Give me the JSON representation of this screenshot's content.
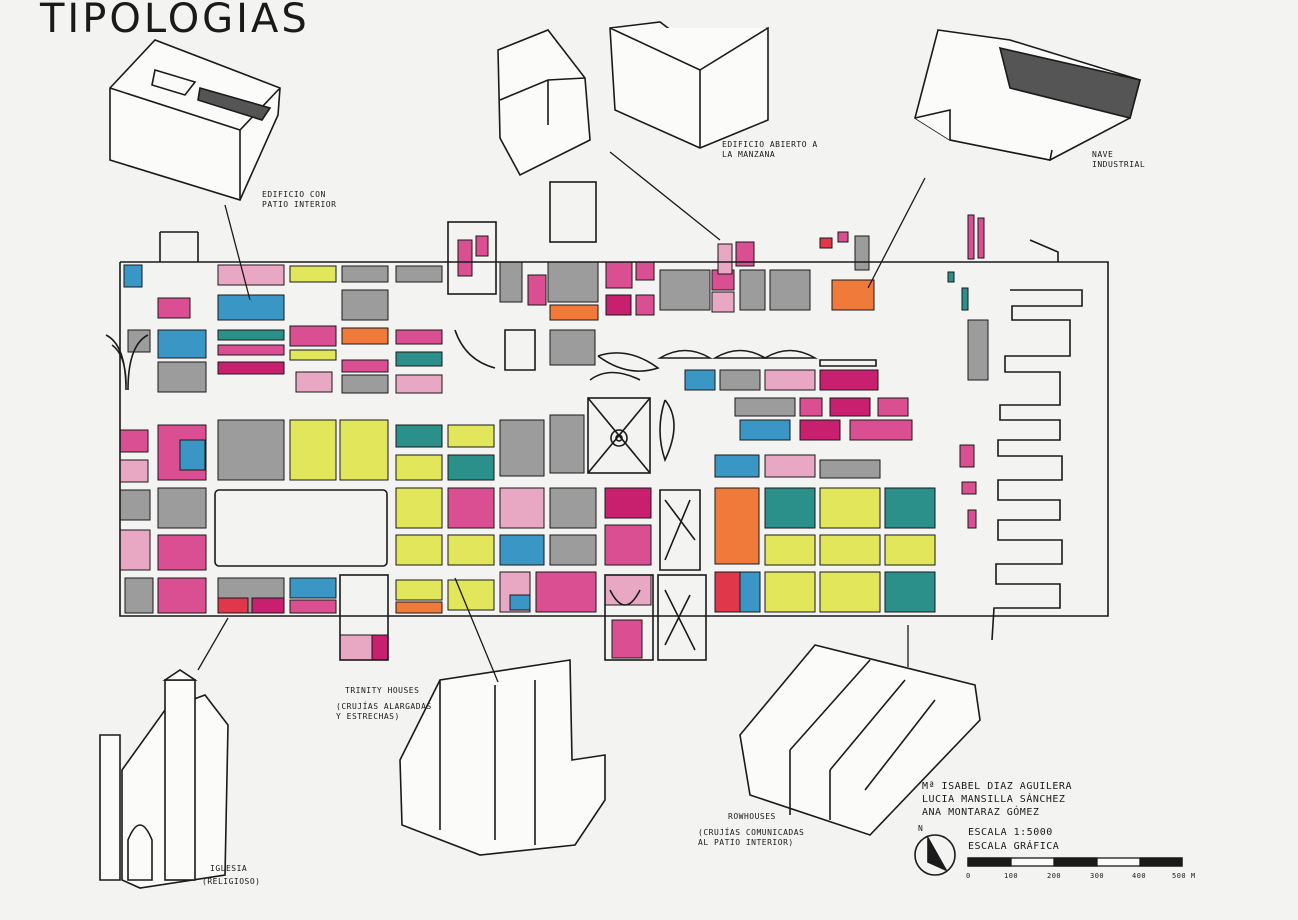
{
  "title": "TIPOLOGIAS",
  "colors": {
    "ink": "#1a1a1a",
    "paper": "#f3f3f1",
    "pink": "#d94f91",
    "lightPink": "#e8a8c4",
    "magenta": "#c81f6e",
    "blue": "#3a96c4",
    "teal": "#2b8f8a",
    "yellow": "#e2e65a",
    "orange": "#f07a3a",
    "gray": "#9c9c9c",
    "red": "#e0374a"
  },
  "labels": {
    "patio": "EDIFICIO CON PATIO INTERIOR",
    "abierto": "EDIFICIO ABIERTO A LA MANZANA",
    "nave": "NAVE INDUSTRIAL",
    "trinity": "TRINITY HOUSES",
    "trinity_note": "(CRUJÍAS ALARGADAS Y ESTRECHAS)",
    "iglesia": "IGLESIA",
    "iglesia_note": "(RELIGIOSO)",
    "rowhouses": "ROWHOUSES",
    "rowhouses_note": "(CRUJÍAS COMUNICADAS AL PATIO INTERIOR)"
  },
  "credits": [
    "Mª ISABEL DIAZ AGUILERA",
    "LUCIA MANSILLA SÁNCHEZ",
    "ANA MONTARAZ GÓMEZ"
  ],
  "scale": {
    "ratio": "ESCALA 1:5000",
    "graphic": "ESCALA GRÁFICA",
    "ticks": [
      "0",
      "100",
      "200",
      "300",
      "400",
      "500 m"
    ]
  },
  "north": "N"
}
